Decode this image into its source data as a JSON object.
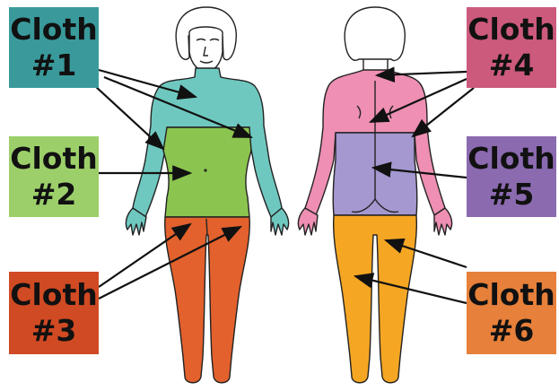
{
  "labels": [
    {
      "id": "1",
      "line1": "Cloth",
      "line2": "#1",
      "color": "#3a9a9b"
    },
    {
      "id": "2",
      "line1": "Cloth",
      "line2": "#2",
      "color": "#9ccf6a"
    },
    {
      "id": "3",
      "line1": "Cloth",
      "line2": "#3",
      "color": "#d04a23"
    },
    {
      "id": "4",
      "line1": "Cloth",
      "line2": "#4",
      "color": "#cc5a7c"
    },
    {
      "id": "5",
      "line1": "Cloth",
      "line2": "#5",
      "color": "#8b6ab0"
    },
    {
      "id": "6",
      "line1": "Cloth",
      "line2": "#6",
      "color": "#e6803a"
    }
  ],
  "region_colors": {
    "front_upper": "#6fc8c0",
    "front_middle": "#8bc44f",
    "front_lower": "#e2612d",
    "back_upper": "#ee8fb3",
    "back_middle": "#a597cf",
    "back_lower": "#f5a623"
  }
}
